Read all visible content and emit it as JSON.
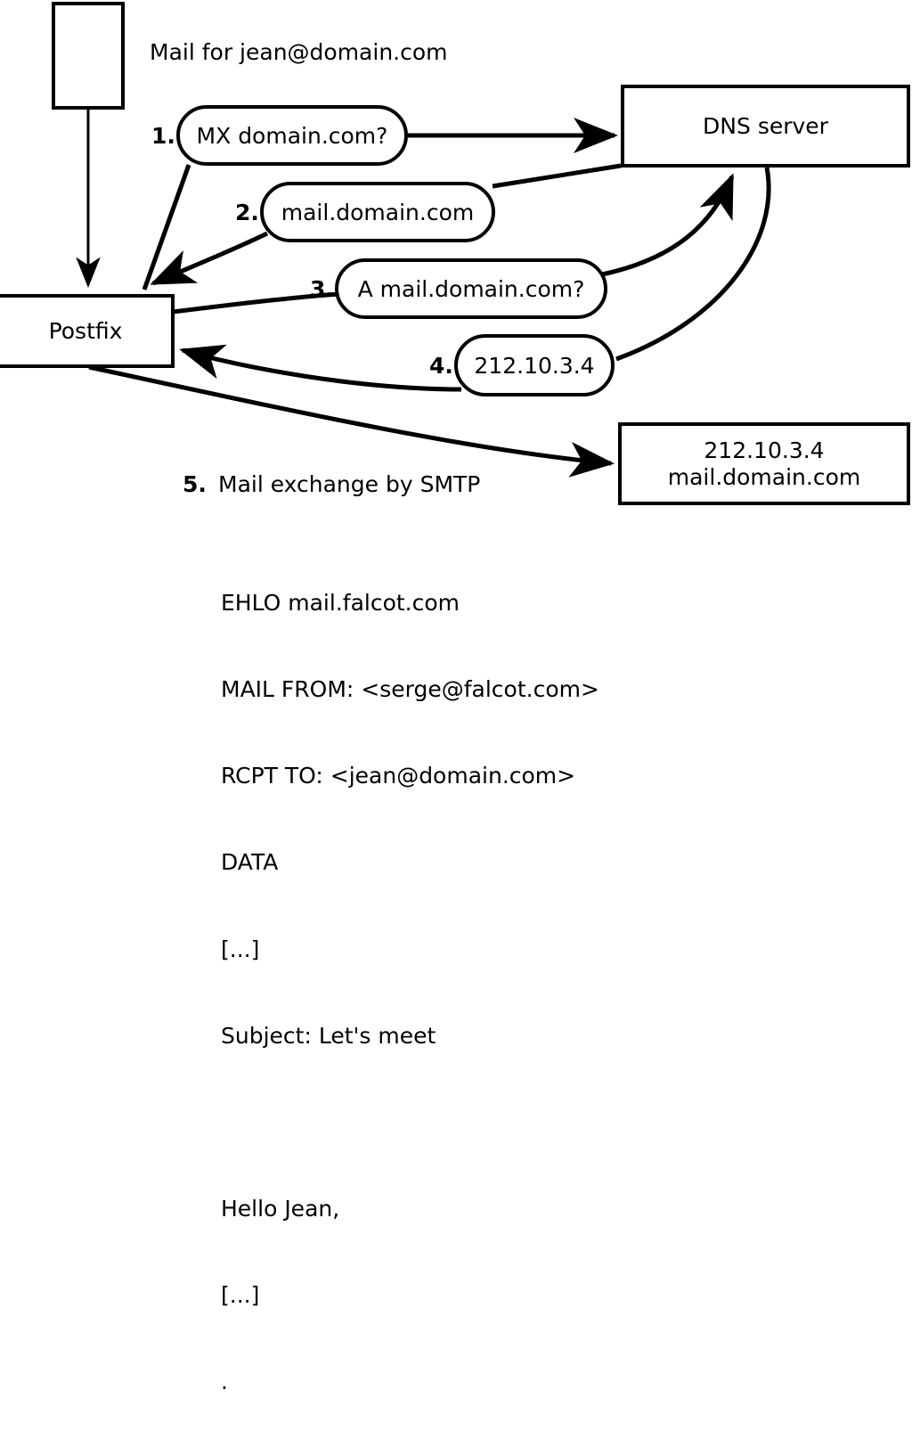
{
  "diagram": {
    "title_caption": "Mail for jean@domain.com",
    "nodes": {
      "source": {
        "label": ""
      },
      "dns_server": {
        "label": "DNS server"
      },
      "postfix": {
        "label": "Postfix"
      },
      "mail_server": {
        "line1": "212.10.3.4",
        "line2": "mail.domain.com"
      }
    },
    "steps": [
      {
        "number": "1.",
        "label": "MX domain.com?"
      },
      {
        "number": "2.",
        "label": "mail.domain.com"
      },
      {
        "number": "3.",
        "label": "A mail.domain.com?"
      },
      {
        "number": "4.",
        "label": "212.10.3.4"
      },
      {
        "number": "5.",
        "label": "Mail exchange by SMTP"
      }
    ],
    "smtp_transcript": [
      "EHLO mail.falcot.com",
      "MAIL FROM: <serge@falcot.com>",
      "RCPT TO: <jean@domain.com>",
      "DATA",
      "[...]",
      "Subject: Let's meet",
      "",
      "Hello Jean,",
      "[...]",
      "."
    ],
    "colors": {
      "stroke": "#000000",
      "background": "#ffffff",
      "text": "#000000"
    }
  }
}
